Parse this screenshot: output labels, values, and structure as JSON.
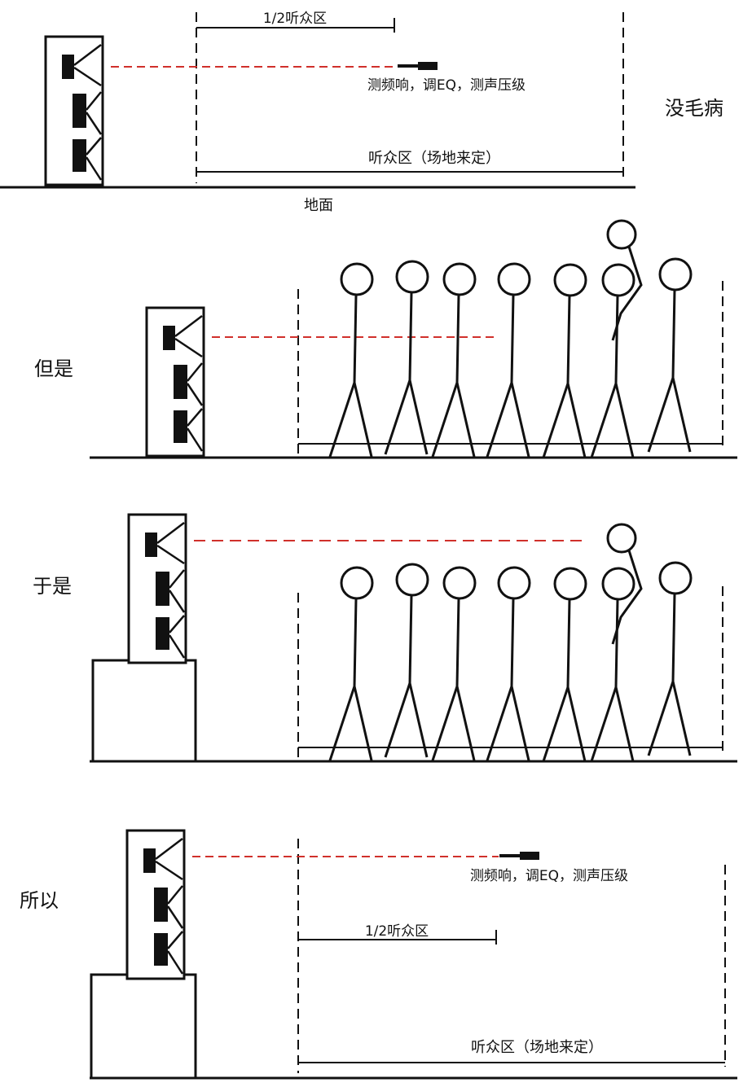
{
  "colors": {
    "ink": "#111111",
    "beam": "#d0302b",
    "background": "#ffffff"
  },
  "panels": [
    {
      "id": "p1",
      "side_label": "没毛病",
      "half_zone_label": "1/2听众区",
      "mic_label": "测频响，调EQ，测声压级",
      "zone_label": "听众区（场地来定）",
      "ground_label": "地面"
    },
    {
      "id": "p2",
      "side_label": "但是"
    },
    {
      "id": "p3",
      "side_label": "于是"
    },
    {
      "id": "p4",
      "side_label": "所以",
      "half_zone_label": "1/2听众区",
      "mic_label": "测频响，调EQ，测声压级",
      "zone_label": "听众区（场地来定）"
    }
  ],
  "icons": {
    "speaker": "speaker-cabinet-icon",
    "mic": "measurement-mic-icon",
    "person": "stick-figure-icon"
  }
}
